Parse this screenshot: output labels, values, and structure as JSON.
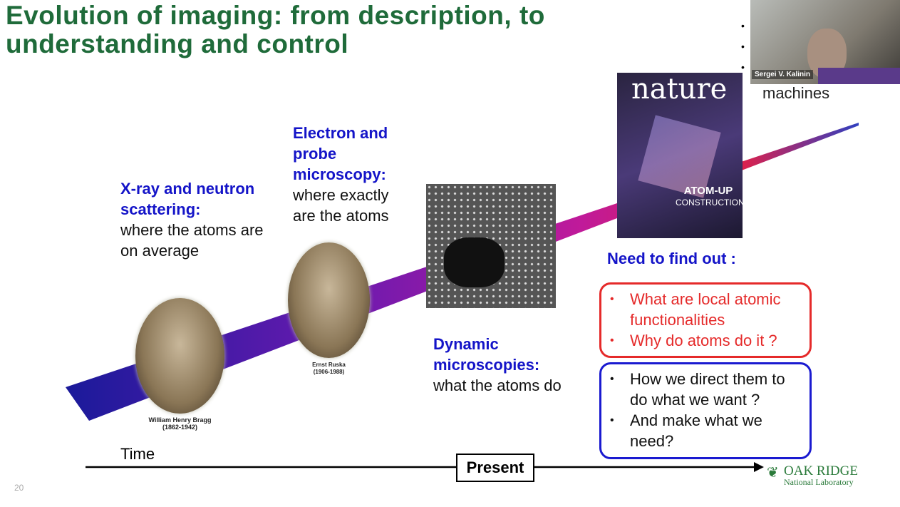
{
  "slide": {
    "title_line1": "Evolution of imaging: from description, to",
    "title_line2": "understanding and control",
    "page_number": "20"
  },
  "xray": {
    "heading1": "X-ray and neutron",
    "heading2": "scattering:",
    "text1": "where the atoms are",
    "text2": "on average"
  },
  "electron": {
    "heading1": "Electron and",
    "heading2": "probe",
    "heading3": "microscopy:",
    "text1": "where exactly",
    "text2": "are the atoms"
  },
  "dynamic": {
    "heading1": "Dynamic",
    "heading2": "microscopies:",
    "text1": "what the atoms do"
  },
  "bragg": {
    "name": "William Henry Bragg",
    "years": "(1862-1942)"
  },
  "ruska": {
    "name": "Ernst Ruska",
    "years": "(1906-1988)"
  },
  "nature": {
    "masthead": "nature",
    "headline1": "ATOM-UP",
    "headline2": "CONSTRUCTION"
  },
  "need": {
    "heading": "Need to find out :",
    "red_items": [
      "What are local atomic functionalities",
      "Why do atoms do it ?"
    ],
    "blue_items": [
      "How we direct them to do what we want ?",
      "And make what we need?"
    ]
  },
  "timeline": {
    "label": "Time",
    "present": "Present"
  },
  "logo": {
    "line1": "OAK RIDGE",
    "line2": "National Laboratory"
  },
  "video": {
    "participant": "Sergei V. Kalinin",
    "overlap_text": "machines"
  },
  "colors": {
    "title": "#1f6b3a",
    "heading": "#1414c8",
    "red": "#e52a2a",
    "blue": "#1a1ad0"
  }
}
